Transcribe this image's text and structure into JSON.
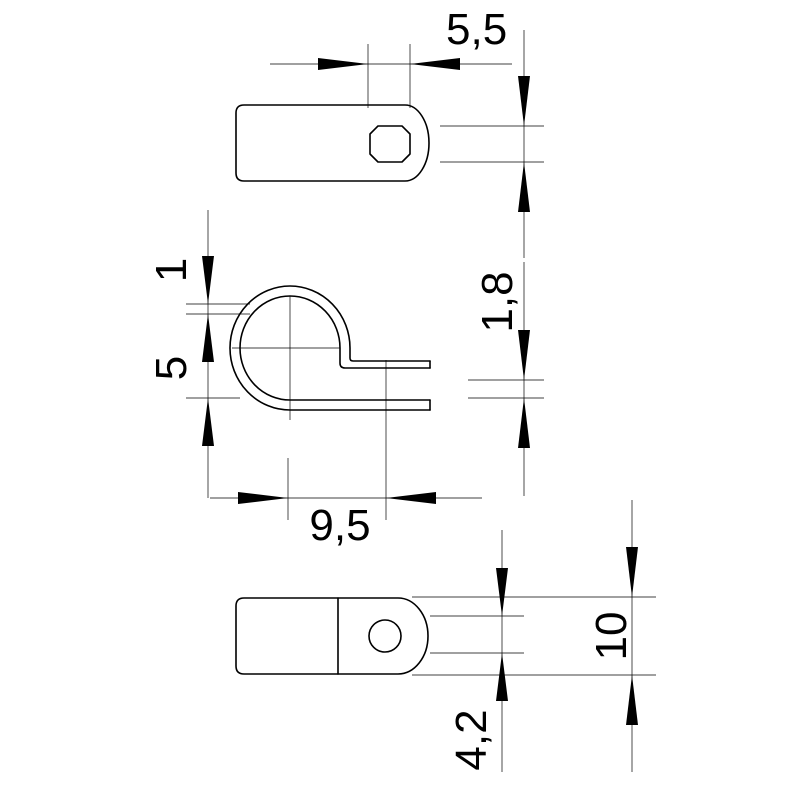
{
  "dimensions": {
    "top_width": "5,5",
    "top_height": "1,8",
    "side_thickness": "1",
    "side_inner": "5",
    "side_length": "9,5",
    "bottom_hole": "4,2",
    "bottom_width": "10"
  },
  "colors": {
    "line": "#000000",
    "background": "#ffffff"
  }
}
